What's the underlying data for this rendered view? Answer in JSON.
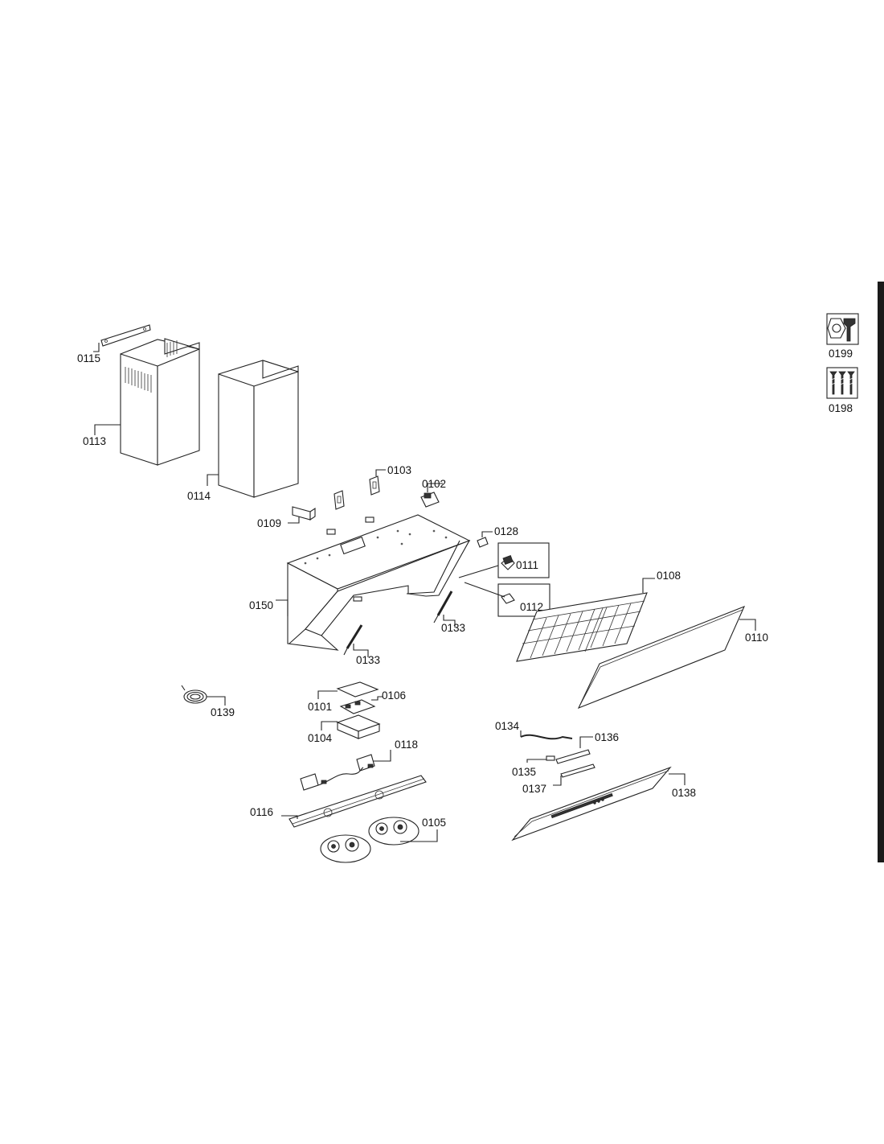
{
  "parts": {
    "p0115": "0115",
    "p0113": "0113",
    "p0114": "0114",
    "p0103": "0103",
    "p0102": "0102",
    "p0109": "0109",
    "p0128": "0128",
    "p0111": "0111",
    "p0112": "0112",
    "p0150": "0150",
    "p0133a": "0133",
    "p0133b": "0133",
    "p0108": "0108",
    "p0110": "0110",
    "p0139": "0139",
    "p0101": "0101",
    "p0106": "0106",
    "p0104": "0104",
    "p0118": "0118",
    "p0116": "0116",
    "p0105": "0105",
    "p0134": "0134",
    "p0136": "0136",
    "p0135": "0135",
    "p0137": "0137",
    "p0138": "0138",
    "p0199": "0199",
    "p0198": "0198"
  },
  "icons": {
    "tools": "nut-and-wrench-icon",
    "screws": "screws-and-anchors-icon"
  },
  "colors": {
    "line": "#222222",
    "edge_bar": "#1a1a1a",
    "background": "#ffffff"
  }
}
